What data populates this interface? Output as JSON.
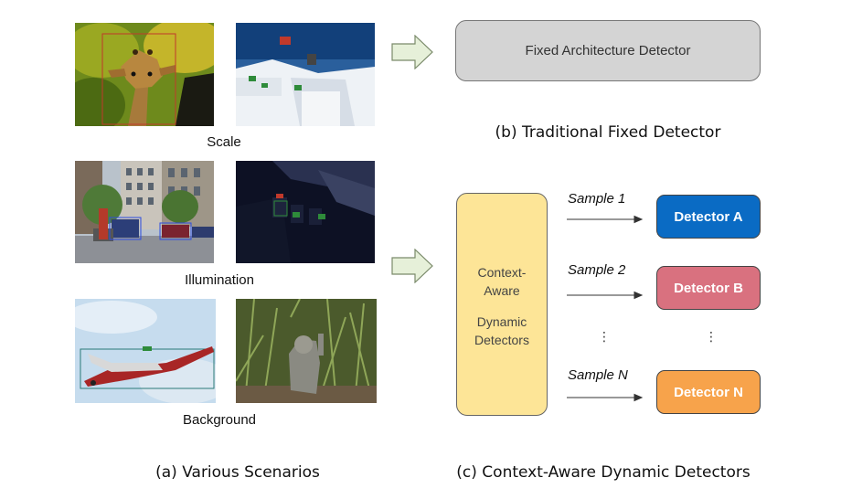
{
  "left_panel": {
    "row_labels": [
      "Scale",
      "Illumination",
      "Background"
    ],
    "caption": "(a) Various Scenarios"
  },
  "traditional": {
    "box_label": "Fixed Architecture Detector",
    "caption": "(b) Traditional Fixed Detector"
  },
  "dynamic": {
    "context_box_line1": "Context-\nAware",
    "context_box_line2": "Dynamic\nDetectors",
    "samples": [
      "Sample 1",
      "Sample 2",
      "Sample N"
    ],
    "detectors": [
      {
        "label": "Detector A",
        "color": "#0a6bc4"
      },
      {
        "label": "Detector B",
        "color": "#d9717f"
      },
      {
        "label": "Detector N",
        "color": "#f7a34b"
      }
    ],
    "ellipsis": "⋮",
    "caption": "(c) Context-Aware Dynamic Detectors"
  },
  "colors": {
    "arrow_fill": "#e6f0d9",
    "arrow_stroke": "#7a8a6a",
    "fixed_box": "#d4d4d4",
    "context_box": "#fde597"
  }
}
